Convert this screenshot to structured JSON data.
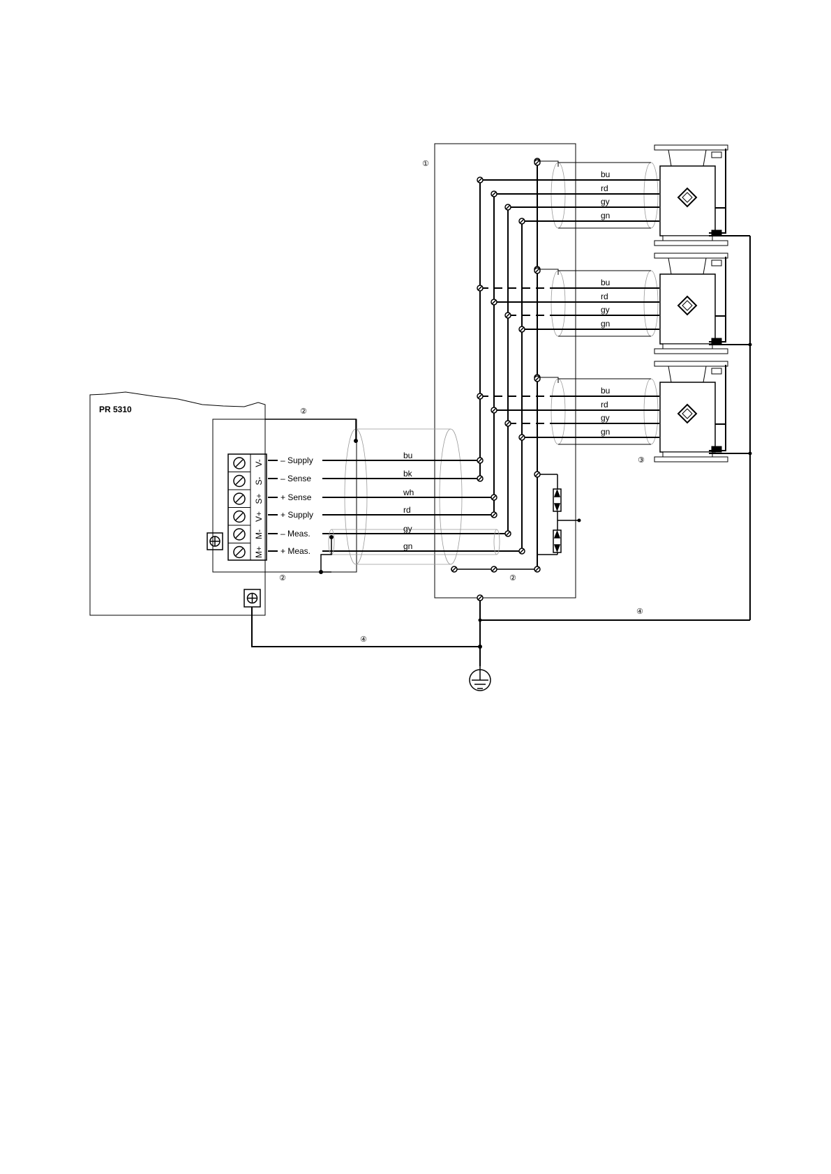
{
  "device": {
    "label": "PR 5310"
  },
  "markers": {
    "m1": "①",
    "m2": "②",
    "m3": "③",
    "m4": "④"
  },
  "terminals": [
    {
      "id": "V-",
      "function": "– Supply",
      "cable_color": "bu"
    },
    {
      "id": "S-",
      "function": "– Sense",
      "cable_color": "bk"
    },
    {
      "id": "S+",
      "function": "+ Sense",
      "cable_color": "wh"
    },
    {
      "id": "V+",
      "function": "+ Supply",
      "cable_color": "rd"
    },
    {
      "id": "M-",
      "function": "– Meas.",
      "cable_color": "gy"
    },
    {
      "id": "M+",
      "function": "+ Meas.",
      "cable_color": "gn"
    }
  ],
  "loadcell_wire_colors": [
    "bu",
    "rd",
    "gy",
    "gn"
  ],
  "loadcell_count": 3
}
